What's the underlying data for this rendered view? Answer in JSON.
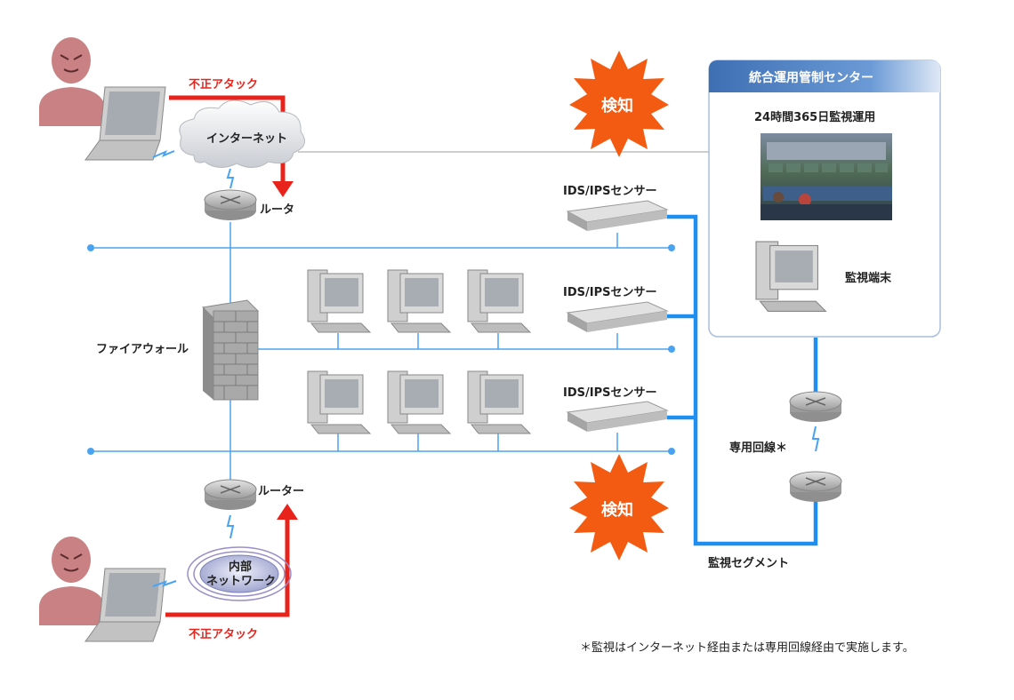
{
  "labels": {
    "attack_top": "不正アタック",
    "internet": "インターネット",
    "router_top": "ルータ",
    "firewall": "ファイアウォール",
    "router_bottom": "ルーター",
    "internal_line1": "内部",
    "internal_line2": "ネットワーク",
    "attack_bottom": "不正アタック",
    "detect_top": "検知",
    "detect_bottom": "検知",
    "ids1": "IDS/IPSセンサー",
    "ids2": "IDS/IPSセンサー",
    "ids3": "IDS/IPSセンサー",
    "center_title": "統合運用管制センター",
    "center_sub": "24時間365日監視運用",
    "monitor_terminal": "監視端末",
    "dedicated_line": "専用回線＊",
    "monitor_segment": "監視セグメント",
    "footnote": "＊監視はインターネット経由または専用回線経由で実施します。"
  },
  "colors": {
    "attack_red": "#e8231b",
    "network_blue": "#4aa3f0",
    "burst_orange": "#f45b12",
    "center_header": "#4a7fc0",
    "hacker": "#c98183"
  },
  "icons": [
    "hacker-icon",
    "laptop-icon",
    "cloud-icon",
    "router-icon",
    "firewall-icon",
    "desktop-pc-icon",
    "ids-sensor-icon",
    "burst-icon",
    "control-room-photo"
  ]
}
